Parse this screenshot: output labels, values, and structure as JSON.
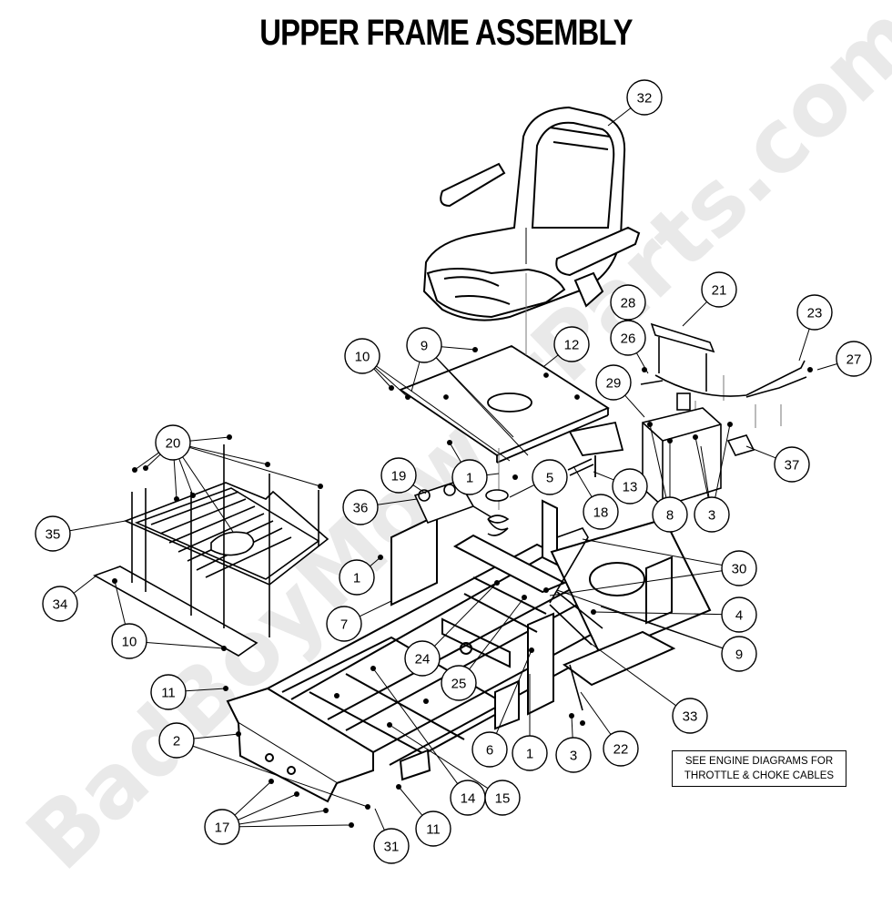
{
  "title": "UPPER FRAME ASSEMBLY",
  "note": {
    "line1": "SEE ENGINE DIAGRAMS FOR",
    "line2": "THROTTLE & CHOKE CABLES"
  },
  "watermark": "BadBoyMowerParts.com",
  "part_callouts": [
    "1",
    "2",
    "3",
    "4",
    "5",
    "6",
    "7",
    "8",
    "9",
    "10",
    "11",
    "12",
    "13",
    "14",
    "15",
    "17",
    "18",
    "19",
    "20",
    "21",
    "22",
    "23",
    "24",
    "25",
    "26",
    "27",
    "28",
    "29",
    "30",
    "31",
    "32",
    "33",
    "34",
    "35",
    "36",
    "37"
  ],
  "colors": {
    "line": "#000000",
    "watermark": "#e9e9e9",
    "leader": "#888888"
  }
}
